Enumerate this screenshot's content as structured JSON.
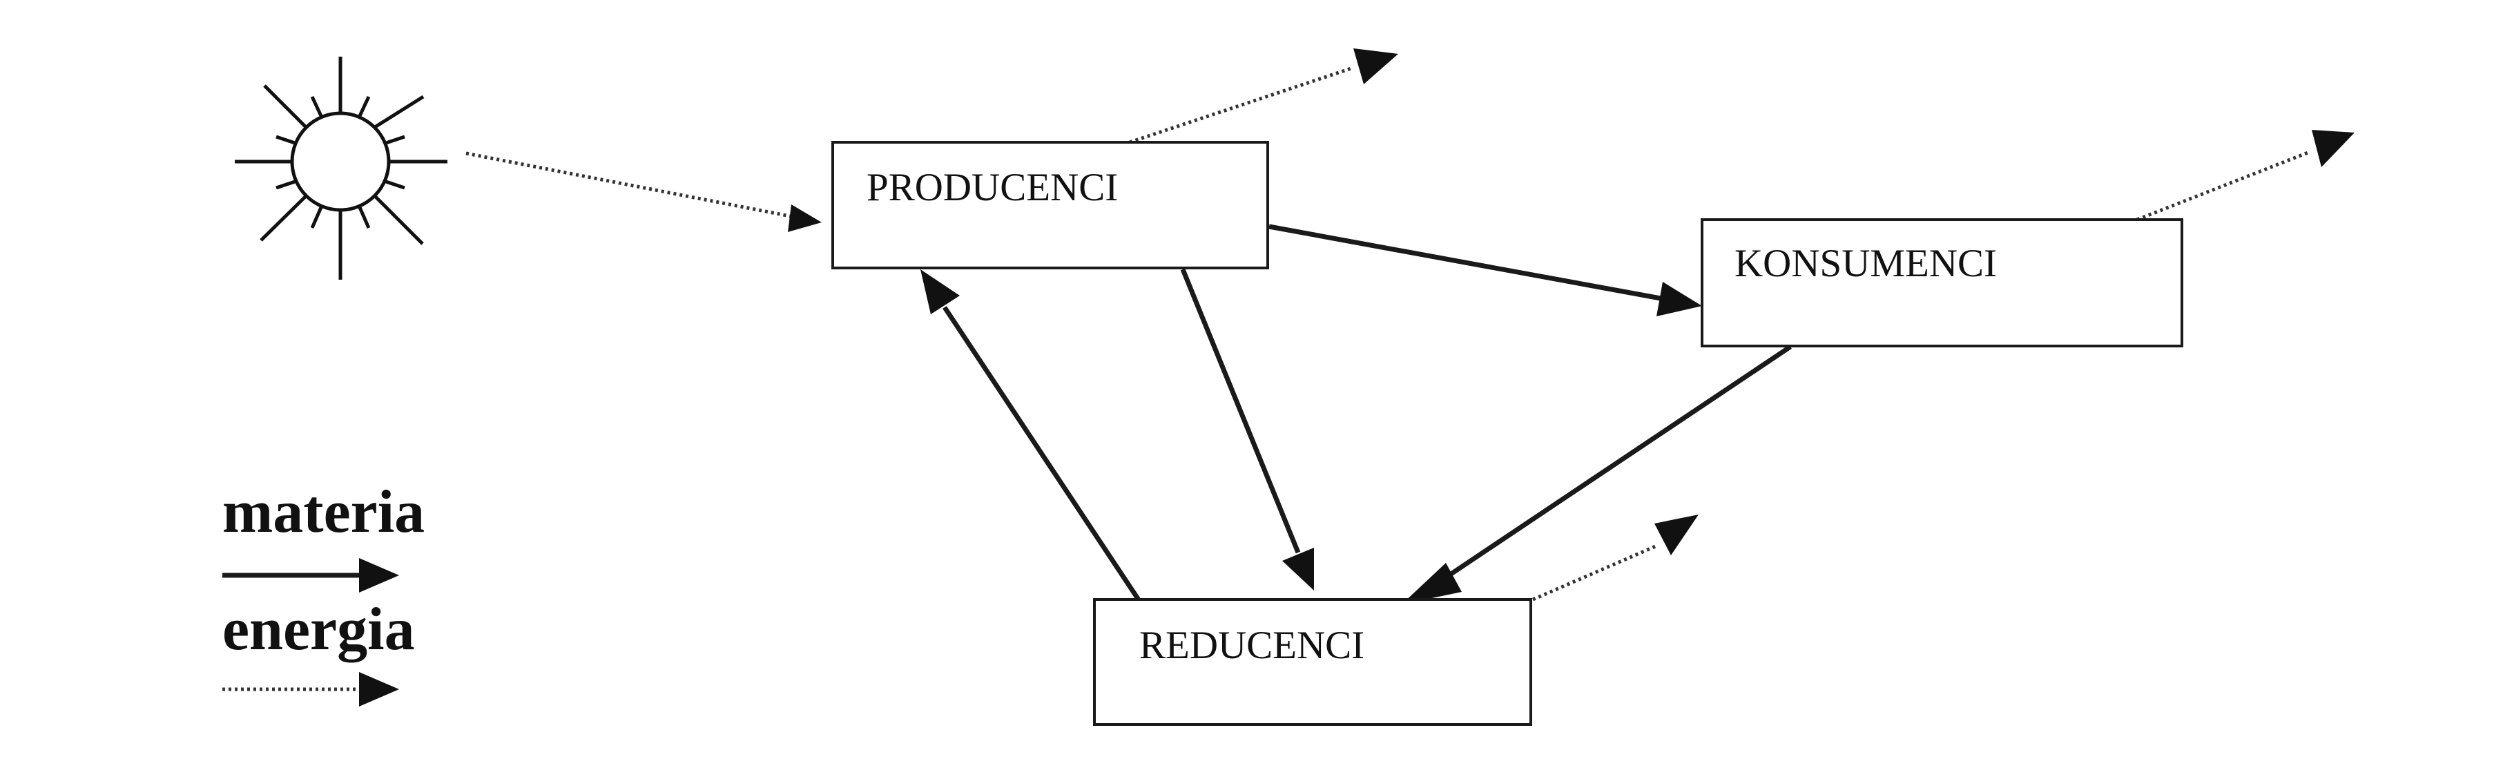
{
  "diagram": {
    "nodes": {
      "producers": "PRODUCENCI",
      "consumers": "KONSUMENCI",
      "reducers": "REDUCENCI"
    },
    "legend": {
      "matter_label": "materia",
      "energy_label": "energia"
    },
    "icons": {
      "sun": "sun-icon"
    },
    "colors": {
      "ink": "#111111",
      "background": "#ffffff"
    }
  }
}
